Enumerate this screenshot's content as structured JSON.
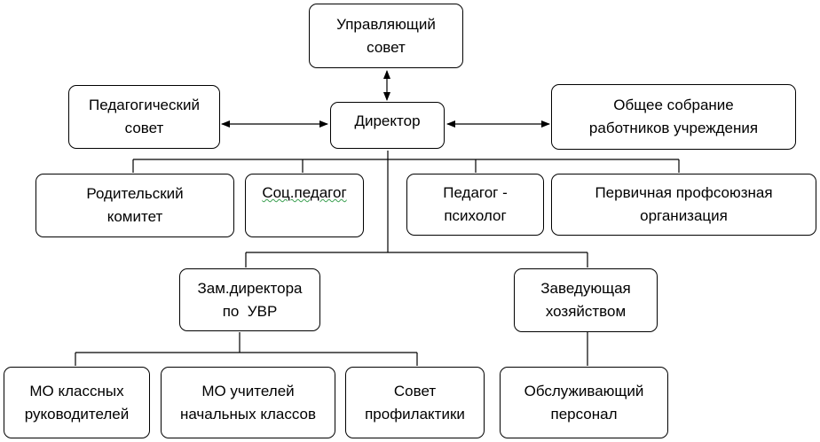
{
  "nodes": {
    "council": [
      "Управляющий",
      "совет"
    ],
    "pedagogical_council": [
      "Педагогический",
      "совет"
    ],
    "director": [
      "Директор"
    ],
    "general_meeting": [
      "Общее собрание",
      "работников учреждения"
    ],
    "parents_committee": [
      "Родительский",
      "комитет"
    ],
    "social_pedagogue": [
      "Соц.педагог"
    ],
    "psychologist": [
      "Педагог -",
      "психолог"
    ],
    "trade_union": [
      "Первичная профсоюзная",
      "организация"
    ],
    "deputy_director": [
      "Зам.директора",
      "по  УВР"
    ],
    "housekeeping_head": [
      "Заведующая",
      "хозяйством"
    ],
    "mo_class_teachers": [
      "МО классных",
      "руководителей"
    ],
    "mo_primary_teachers": [
      "МО учителей",
      "начальных классов"
    ],
    "prevention_council": [
      "Совет",
      "профилактики"
    ],
    "service_staff": [
      "Обслуживающий",
      "персонал"
    ]
  }
}
